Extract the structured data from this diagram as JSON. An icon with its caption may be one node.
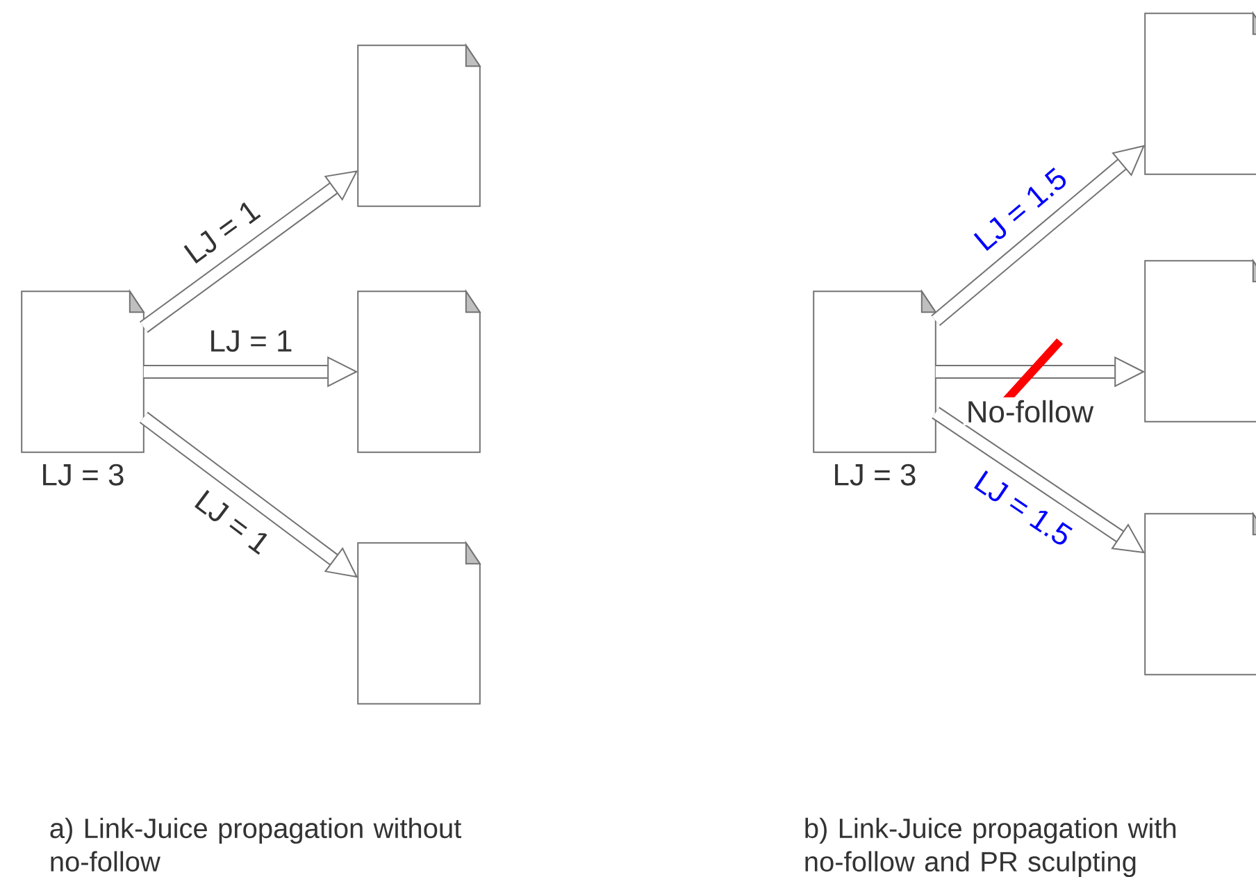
{
  "diagram": {
    "nodes": [
      {
        "text": [],
        "shape": "box",
        "beside": [
          "LJ = 3"
        ]
      },
      {
        "text": [],
        "shape": "box"
      },
      {
        "text": [],
        "shape": "box"
      },
      {
        "text": [],
        "shape": "box"
      },
      {
        "text": [],
        "shape": "box",
        "beside": [
          "LJ = 3"
        ]
      },
      {
        "text": [],
        "shape": "box"
      },
      {
        "text": [],
        "shape": "box"
      },
      {
        "text": [],
        "shape": "box"
      }
    ],
    "edges": [
      {
        "from": 0,
        "to": 1,
        "arrow": "to",
        "label": "LJ = 1"
      },
      {
        "from": 0,
        "to": 2,
        "arrow": "to",
        "label": "LJ = 1"
      },
      {
        "from": 0,
        "to": 3,
        "arrow": "to",
        "label": "LJ = 1"
      },
      {
        "from": 4,
        "to": 5,
        "arrow": "to",
        "label": "LJ = 1.5"
      },
      {
        "from": 4,
        "to": 6,
        "arrow": "to",
        "label": "No-follow"
      },
      {
        "from": 4,
        "to": 7,
        "arrow": "to",
        "label": "LJ = 1.5"
      }
    ],
    "labels": [
      "a) Link-Juice propagation without no-follow",
      "b) Link-Juice propagation with no-follow and PR sculpting"
    ]
  }
}
